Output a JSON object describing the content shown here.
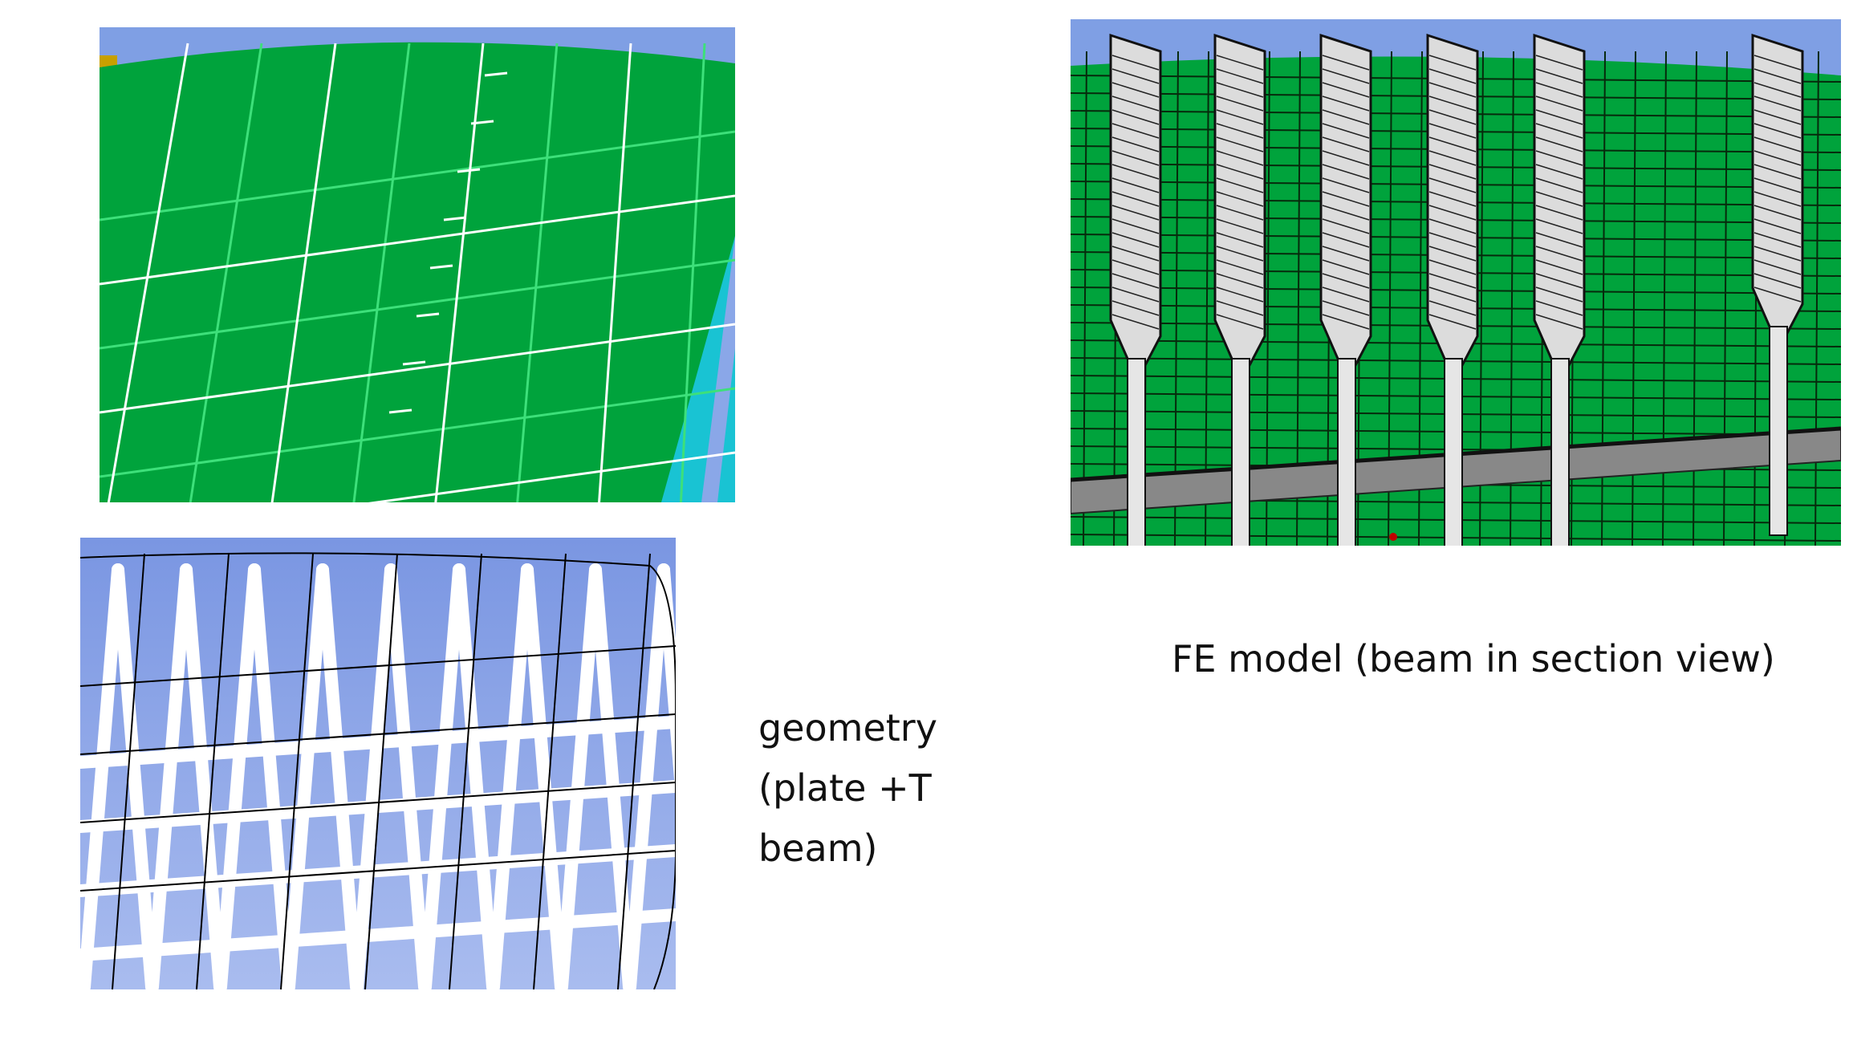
{
  "figure": {
    "geometry_caption_lines": [
      "geometry",
      "(plate +T",
      "beam)"
    ],
    "fe_caption": "FE model (beam in section view)"
  },
  "colors": {
    "background_blue": "#7f9fe4",
    "plate_green": "#00a33c",
    "mesh_line": "#3de07a",
    "cyan_edge": "#19c3d3",
    "stiffener_gray": "#dcdcdc",
    "section_band": "#888888"
  }
}
